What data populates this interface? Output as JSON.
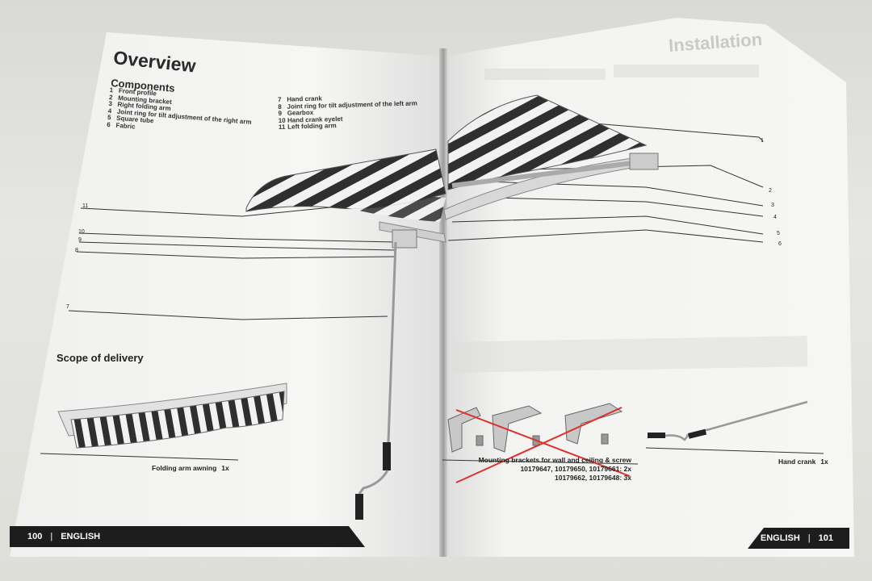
{
  "left_page": {
    "title": "Overview",
    "components_heading": "Components",
    "components_col1": [
      {
        "n": "1",
        "label": "Front profile"
      },
      {
        "n": "2",
        "label": "Mounting bracket"
      },
      {
        "n": "3",
        "label": "Right folding arm"
      },
      {
        "n": "4",
        "label": "Joint ring for tilt adjustment of the right arm"
      },
      {
        "n": "5",
        "label": "Square tube"
      },
      {
        "n": "6",
        "label": "Fabric"
      }
    ],
    "components_col2": [
      {
        "n": "7",
        "label": "Hand crank"
      },
      {
        "n": "8",
        "label": "Joint ring for tilt adjustment of the left arm"
      },
      {
        "n": "9",
        "label": "Gearbox"
      },
      {
        "n": "10",
        "label": "Hand crank eyelet"
      },
      {
        "n": "11",
        "label": "Left folding arm"
      }
    ],
    "scope_heading": "Scope of delivery",
    "awning_caption": "Folding arm awning",
    "awning_qty": "1x",
    "page_number": "100",
    "language": "ENGLISH"
  },
  "right_page": {
    "faint_title": "Installation",
    "brackets_caption_line1": "Mounting brackets for wall and ceiling & screw",
    "brackets_caption_line2": "10179647, 10179650, 10179661: 2x",
    "brackets_caption_line3": "10179662, 10179648: 3x",
    "crank_caption": "Hand crank",
    "crank_qty": "1x",
    "page_number": "101",
    "language": "ENGLISH"
  },
  "callouts": {
    "c1": "1",
    "c2": "2",
    "c3": "3",
    "c4": "4",
    "c5": "5",
    "c6": "6",
    "c7": "7",
    "c8": "8",
    "c9": "9",
    "c10": "10",
    "c11": "11"
  },
  "colors": {
    "stripe_dark": "#2f2f2f",
    "stripe_light": "#f2f2f2",
    "strike_red": "#e0302a",
    "footer_bg": "#1d1d1d"
  }
}
